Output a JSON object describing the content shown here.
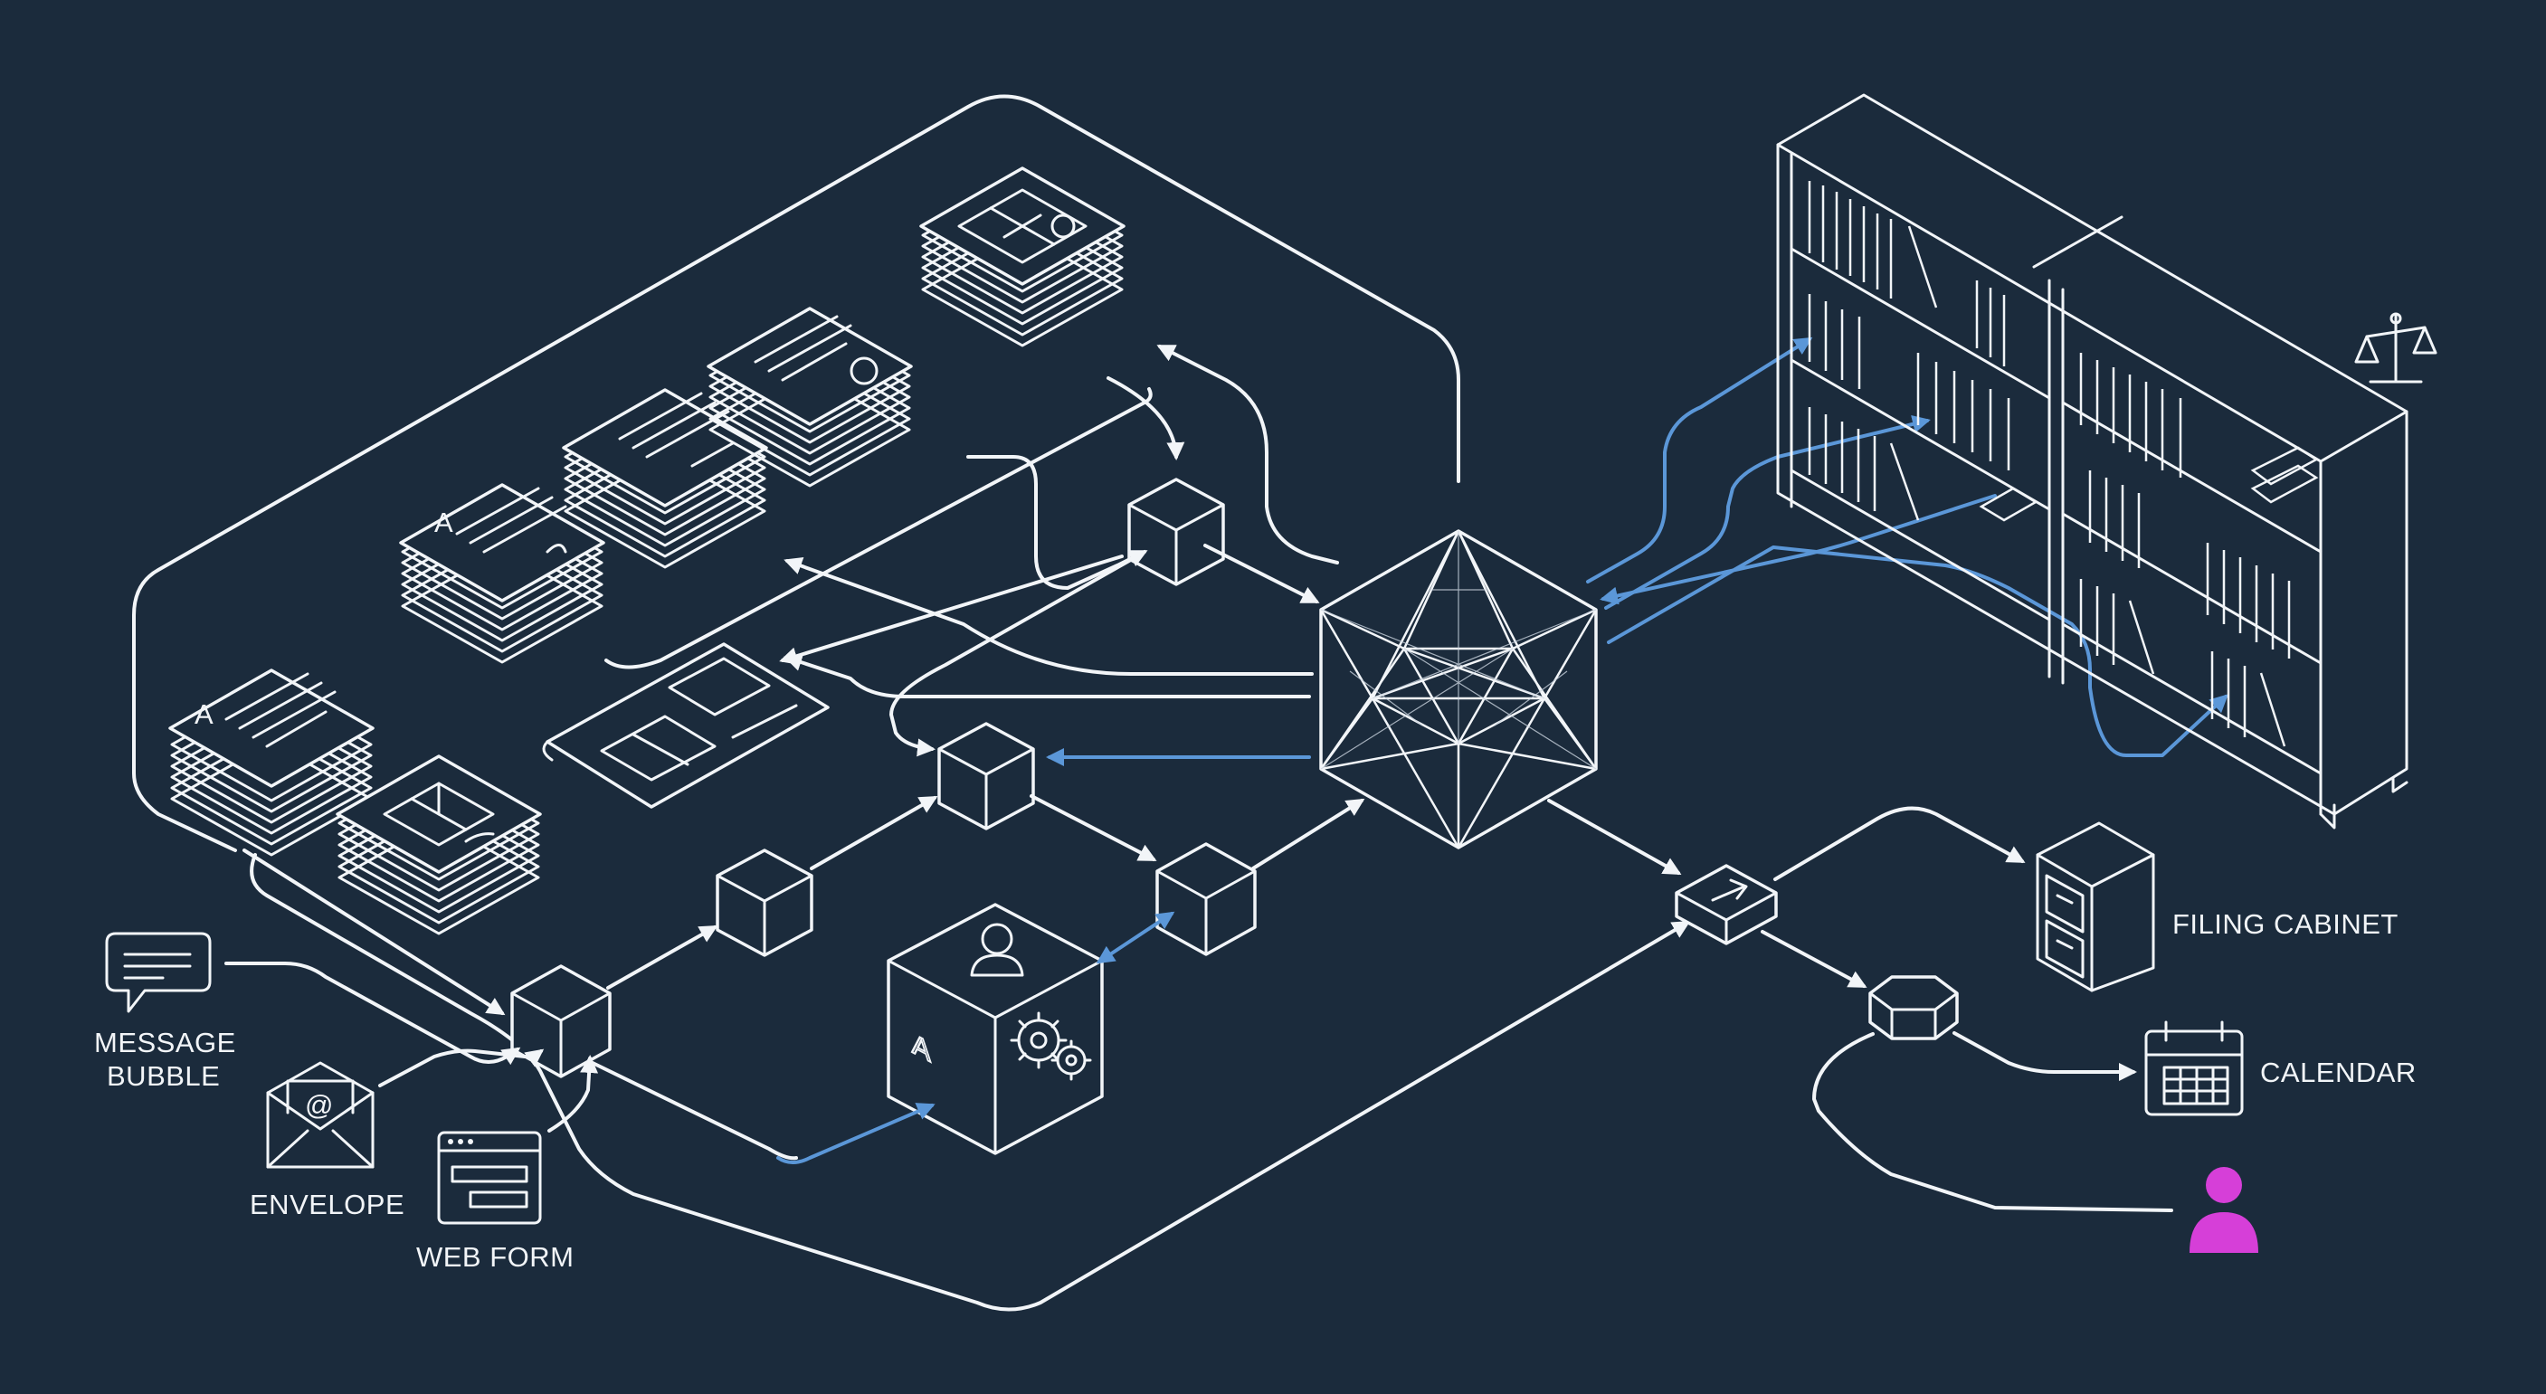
{
  "labels": {
    "message_bubble_line1": "MESSAGE",
    "message_bubble_line2": "BUBBLE",
    "envelope": "ENVELOPE",
    "web_form": "WEB FORM",
    "filing_cabinet": "FILING CABINET",
    "calendar": "CALENDAR"
  },
  "glyphs": {
    "doc_letter": "A",
    "agent_letter": "A",
    "at_sign": "@"
  },
  "icons": [
    "message-bubble-icon",
    "envelope-icon",
    "web-form-icon",
    "filing-cabinet-icon",
    "calendar-icon",
    "user-icon",
    "scales-icon",
    "gear-icon",
    "bookshelf"
  ],
  "colors": {
    "background": "#1b2b3c",
    "line": "#f2f5f8",
    "accent_blue": "#5b97d8",
    "user_magenta": "#d63fd8"
  }
}
